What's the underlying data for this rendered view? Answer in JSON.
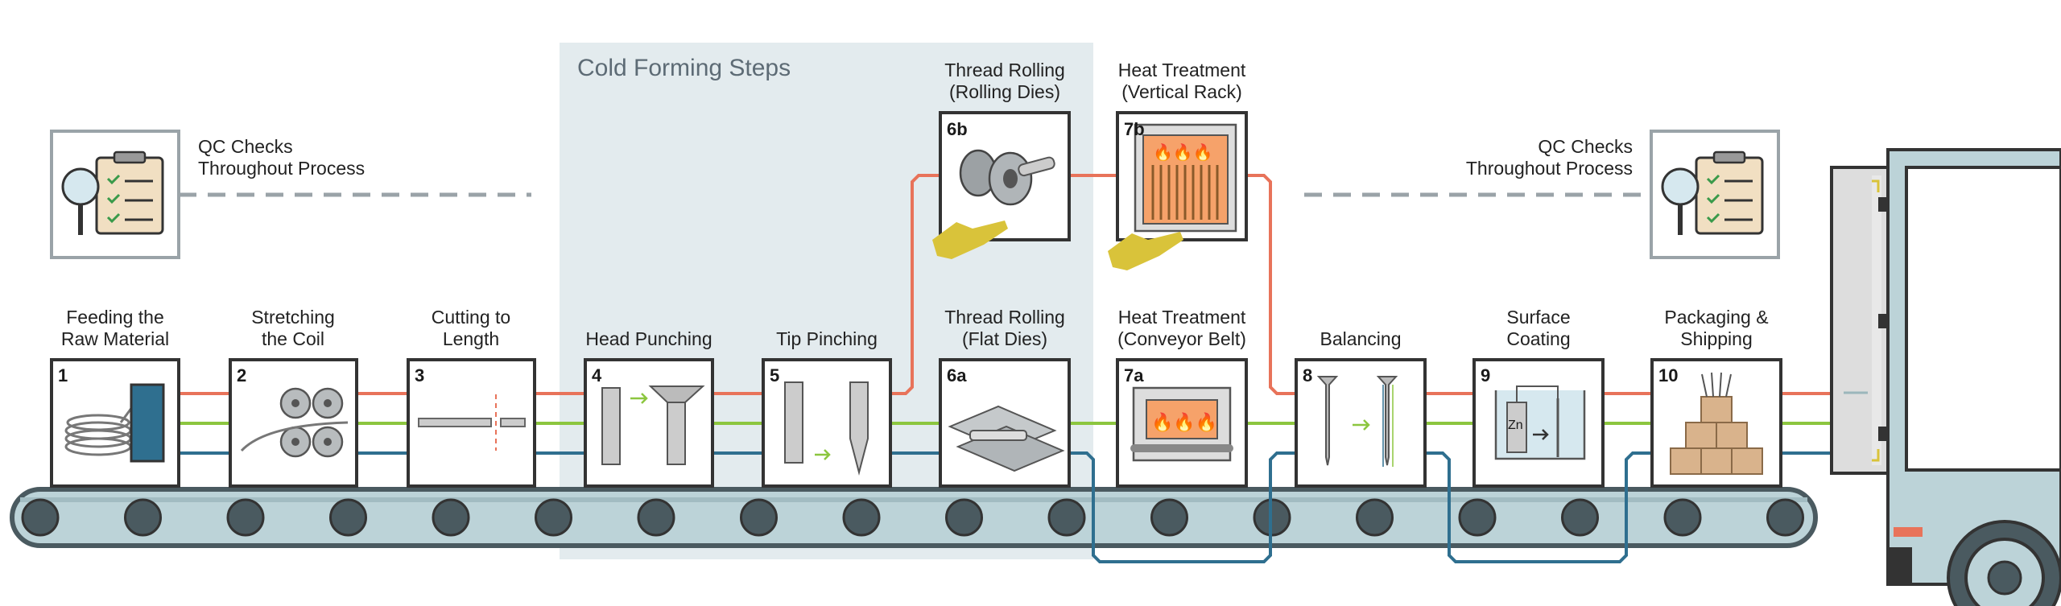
{
  "region_label": "Cold Forming Steps",
  "qc_left": {
    "line1": "QC Checks",
    "line2": "Throughout Process"
  },
  "qc_right": {
    "line1": "QC Checks",
    "line2": "Throughout Process"
  },
  "steps": [
    {
      "num": "1",
      "line1": "Feeding the",
      "line2": "Raw Material"
    },
    {
      "num": "2",
      "line1": "Stretching",
      "line2": "the Coil"
    },
    {
      "num": "3",
      "line1": "Cutting to",
      "line2": "Length"
    },
    {
      "num": "4",
      "line1": "",
      "line2": "Head Punching"
    },
    {
      "num": "5",
      "line1": "",
      "line2": "Tip Pinching"
    },
    {
      "num": "6a",
      "line1": "Thread Rolling",
      "line2": "(Flat Dies)"
    },
    {
      "num": "7a",
      "line1": "Heat Treatment",
      "line2": "(Conveyor Belt)"
    },
    {
      "num": "8",
      "line1": "",
      "line2": "Balancing"
    },
    {
      "num": "9",
      "line1": "Surface",
      "line2": "Coating"
    },
    {
      "num": "10",
      "line1": "Packaging &",
      "line2": "Shipping"
    }
  ],
  "upper_steps": [
    {
      "num": "6b",
      "line1": "Thread Rolling",
      "line2": "(Rolling Dies)"
    },
    {
      "num": "7b",
      "line1": "Heat Treatment",
      "line2": "(Vertical Rack)"
    }
  ],
  "coating_label": "Zn",
  "colors": {
    "line_orange": "#e8735a",
    "line_green": "#8cc63f",
    "line_blue": "#2f6f8f",
    "conveyor": "#bcd3d8",
    "region_bg": "#e3ebee",
    "hand": "#d9c33a",
    "box_border": "#333333"
  }
}
